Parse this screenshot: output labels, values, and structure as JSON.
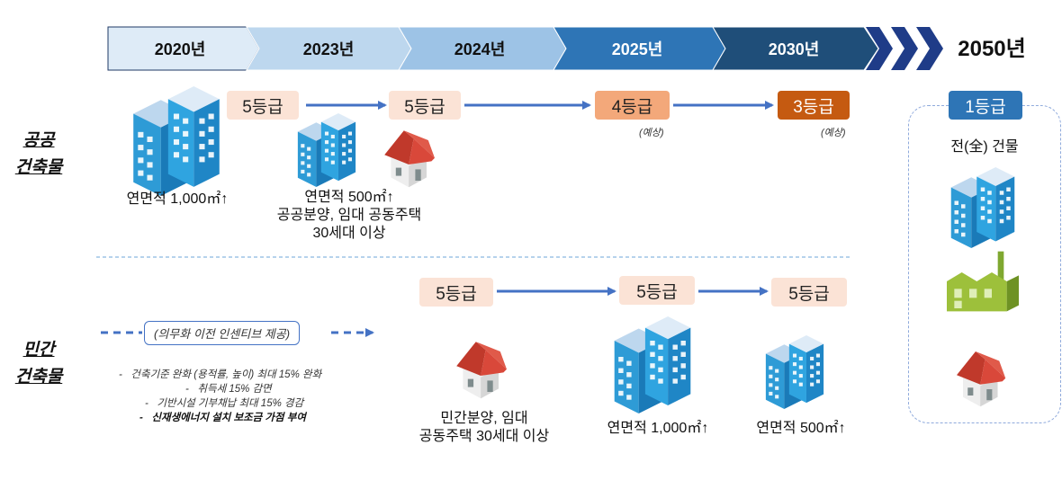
{
  "timeline": {
    "years": [
      "2020년",
      "2023년",
      "2024년",
      "2025년",
      "2030년"
    ],
    "final_year": "2050년",
    "colors": [
      "#deebf7",
      "#bdd7ee",
      "#9dc3e6",
      "#2e75b6",
      "#1f4e79"
    ]
  },
  "public": {
    "label_line1": "공공",
    "label_line2": "건축물",
    "grades": [
      "5등급",
      "5등급",
      "4등급",
      "3등급"
    ],
    "expected_note": "(예상)",
    "captions": {
      "area_1000": "연면적 1,000㎡↑",
      "area_500": "연면적 500㎡↑",
      "housing_line1": "공공분양, 임대 공동주택",
      "housing_line2": "30세대 이상"
    }
  },
  "private": {
    "label_line1": "민간",
    "label_line2": "건축물",
    "incentive": "(의무화 이전 인센티브 제공)",
    "bullets": [
      "건축기준 완화 (용적률, 높이) 최대 15% 완화",
      "취득세 15% 감면",
      "기반시설 기부채납 최대 15% 경감",
      "신재생에너지 설치 보조금 가점 부여"
    ],
    "grades": [
      "5등급",
      "5등급",
      "5등급"
    ],
    "captions": {
      "housing_line1": "민간분양, 임대",
      "housing_line2": "공동주택 30세대 이상",
      "area_1000": "연면적 1,000㎡↑",
      "area_500": "연면적 500㎡↑"
    }
  },
  "final": {
    "grade": "1등급",
    "label": "전(全) 건물"
  },
  "icons": [
    "office-building-icon",
    "house-icon",
    "factory-icon",
    "arrow-right-icon",
    "chevron-right-icon"
  ]
}
